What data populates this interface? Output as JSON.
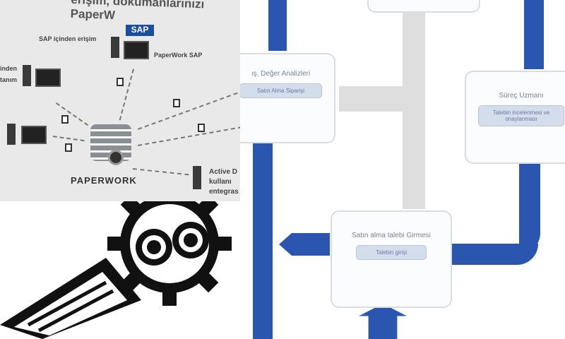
{
  "left_diagram": {
    "title": "erişim, dokumanlarınızı PaperW",
    "sap_logo": "SAP",
    "sap_access": "SAP içinden erişim",
    "paperwork_sap": "PaperWork SAP",
    "left_label_1": "inden",
    "left_label_2": "tanım",
    "active_label_1": "Active D",
    "active_label_2": "kullanı",
    "active_label_3": "entegras",
    "logo": "PAPERWORK"
  },
  "flowchart": {
    "box_left": {
      "title": "ış, Değer Analizleri",
      "inner": "Satın Alma Siparişi"
    },
    "box_right": {
      "title": "Süreç Uzmanı",
      "inner": "Talebin incelenmesi ve onaylanması"
    },
    "box_center": {
      "title": "Satın alma talebi Girmesi",
      "inner": "Talebin girişi"
    }
  },
  "colors": {
    "arrow_blue": "#2a56b0",
    "arrow_grey": "#dedede",
    "panel_bg": "#e9e9e9"
  }
}
